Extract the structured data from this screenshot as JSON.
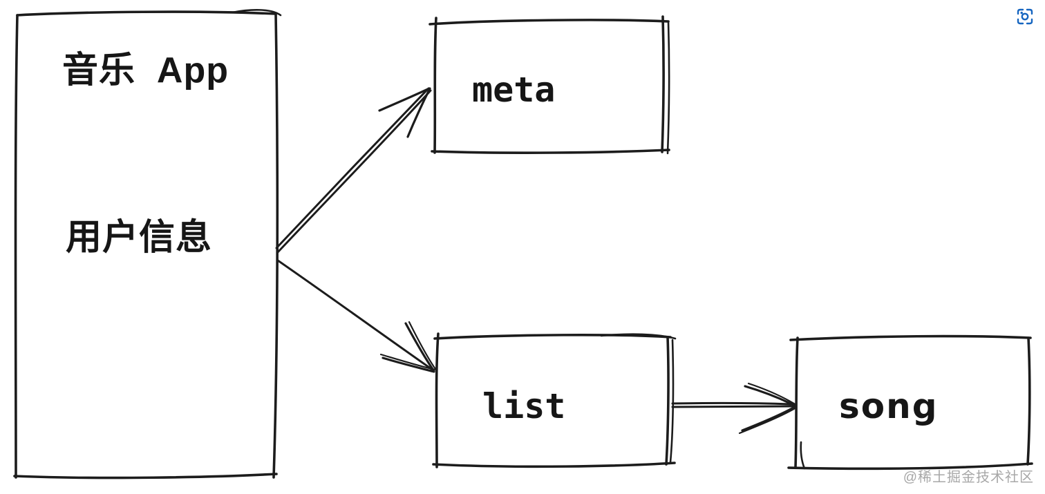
{
  "diagram": {
    "nodes": {
      "app": {
        "title": "音乐  App",
        "subtitle": "用户信息"
      },
      "meta": {
        "label": "meta"
      },
      "list": {
        "label": "list"
      },
      "song": {
        "label": "song"
      }
    },
    "edges": [
      {
        "from": "音乐 App / 用户信息",
        "to": "meta"
      },
      {
        "from": "音乐 App / 用户信息",
        "to": "list"
      },
      {
        "from": "list",
        "to": "song"
      }
    ],
    "watermark": "@稀土掘金技术社区"
  },
  "icons": {
    "scan": "scan-icon"
  },
  "colors": {
    "ink": "#1c1c1c",
    "accent_blue": "#1565c0",
    "watermark_gray": "#949494",
    "background": "#ffffff"
  }
}
